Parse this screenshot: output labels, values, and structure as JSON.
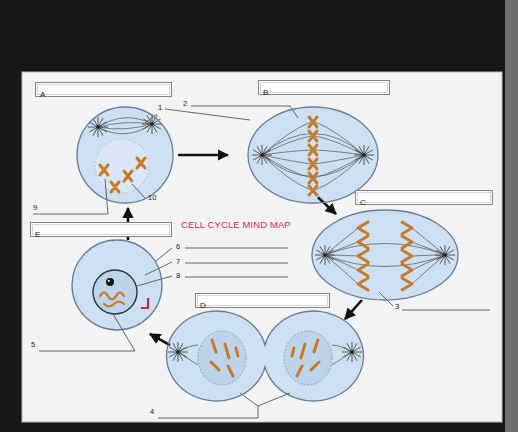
{
  "diagram": {
    "title": "CELL CYCLE MIND MAP",
    "nodes": [
      {
        "text": [
          "A"
        ]
      },
      {
        "text": [
          "B"
        ]
      },
      {
        "text": [
          "C"
        ]
      },
      {
        "text": [
          "D"
        ]
      },
      {
        "text": [
          "E"
        ]
      }
    ],
    "edges": [
      {
        "from": 0,
        "to": 1,
        "arrow": "to"
      },
      {
        "from": 1,
        "to": 2,
        "arrow": "to"
      },
      {
        "from": 2,
        "to": 3,
        "arrow": "to"
      },
      {
        "from": 3,
        "to": 4,
        "arrow": "to"
      },
      {
        "from": 4,
        "to": 0,
        "arrow": "to"
      }
    ],
    "labels": [
      "1",
      "2",
      "3",
      "4",
      "5",
      "6",
      "7",
      "8",
      "9",
      "10"
    ]
  }
}
